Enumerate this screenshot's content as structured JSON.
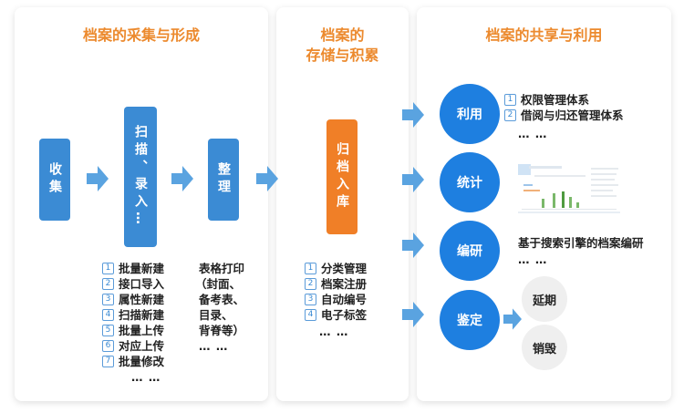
{
  "panels": {
    "collect_title": "档案的采集与形成",
    "store_title_line1": "档案的",
    "store_title_line2": "存储与积累",
    "share_title": "档案的共享与利用"
  },
  "collect": {
    "box_collect": "收集",
    "box_scan": "扫描、录入…",
    "box_organize": "整理",
    "list": [
      "批量新建",
      "接口导入",
      "属性新建",
      "扫描新建",
      "批量上传",
      "对应上传",
      "批量修改"
    ],
    "list_more": "… …",
    "organize_lines": [
      "表格打印",
      "（封面、",
      "备考表、",
      "目录、",
      "背脊等）"
    ],
    "organize_more": "… …"
  },
  "store": {
    "box_archive": "归档入库",
    "list": [
      "分类管理",
      "档案注册",
      "自动编号",
      "电子标签"
    ],
    "list_more": "… …"
  },
  "share": {
    "use_label": "利用",
    "use_list": [
      "权限管理体系",
      "借阅与归还管理体系"
    ],
    "use_more": "… …",
    "stats_label": "统计",
    "compile_label": "编研",
    "compile_text": "基于搜索引擎的档案编研",
    "compile_more": "… …",
    "appraise_label": "鉴定",
    "extend_label": "延期",
    "destroy_label": "销毁"
  },
  "colors": {
    "title_orange": "#ec8a2e",
    "box_blue": "#3b8bd4",
    "box_orange": "#f07f27",
    "circle_blue": "#1e7fe0",
    "arrow_blue": "#5aa3e0"
  }
}
